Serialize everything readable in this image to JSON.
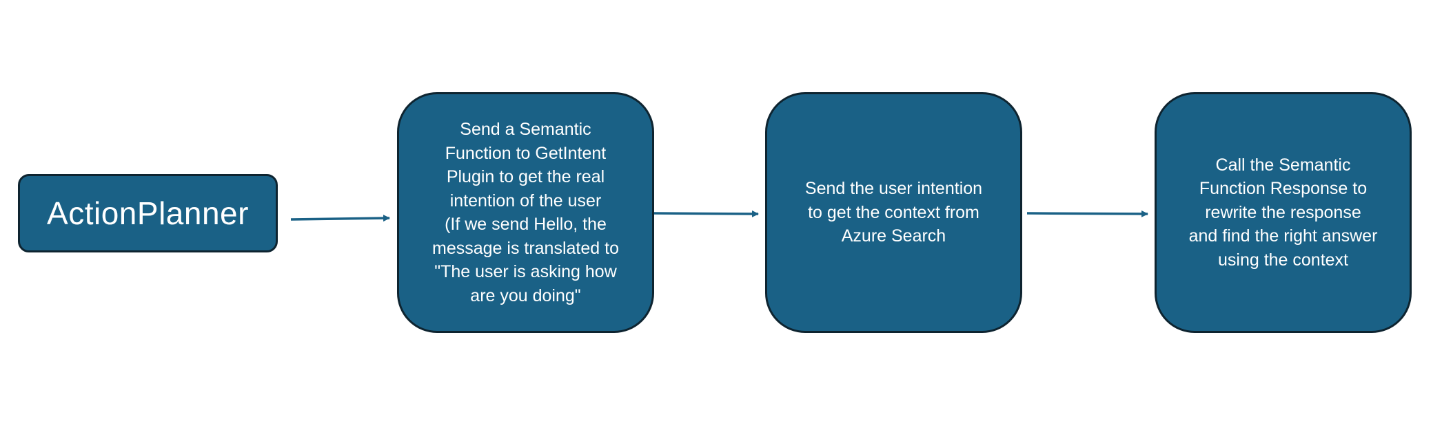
{
  "diagram": {
    "nodes": [
      {
        "id": "action-planner",
        "text": "ActionPlanner"
      },
      {
        "id": "get-intent",
        "text": "Send a Semantic\nFunction to GetIntent\nPlugin to get the real\nintention of the user\n(If we send Hello, the\nmessage is translated to\n\"The user is asking how\nare you doing\""
      },
      {
        "id": "azure-search",
        "text": "Send the user intention\nto get the context from\nAzure Search"
      },
      {
        "id": "semantic-response",
        "text": "Call the Semantic\nFunction Response to\nrewrite the response\nand find the right answer\nusing the context"
      }
    ],
    "edges": [
      {
        "from": "action-planner",
        "to": "get-intent"
      },
      {
        "from": "get-intent",
        "to": "azure-search"
      },
      {
        "from": "azure-search",
        "to": "semantic-response"
      }
    ],
    "colors": {
      "node_fill": "#1a6186",
      "node_border": "#0e2430",
      "node_text": "#ffffff",
      "arrow": "#1a6186",
      "background": "#ffffff"
    }
  }
}
